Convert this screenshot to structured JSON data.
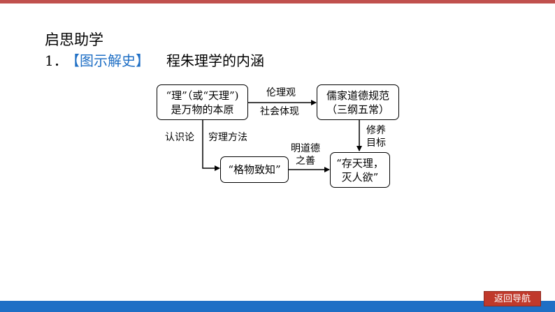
{
  "heading": "启思助学",
  "subtitle": {
    "number": "1．",
    "bracket": "【图示解史】",
    "text": "程朱理学的内涵"
  },
  "diagram": {
    "box_li": [
      "“理”（或“天理”)",
      "是万物的本原"
    ],
    "box_rujia": [
      "儒家道德规范",
      "（三纲五常）"
    ],
    "box_gewu": "“格物致知”",
    "box_cun": [
      "“存天理，",
      "灭人欲”"
    ],
    "label_lunliguan": "伦理观",
    "label_shehui": "社会体现",
    "label_renshilun": "认识论",
    "label_qiongli": "穷理方法",
    "label_mingdao": [
      "明道德",
      "之善"
    ],
    "label_xiuyang": [
      "修养",
      "目标"
    ]
  },
  "nav": {
    "back_label": "返回导航"
  },
  "colors": {
    "accent_red": "#c0504d",
    "accent_blue": "#1f6fc5",
    "bracket_blue": "#1f6fc5",
    "button_red": "#c0392b"
  }
}
